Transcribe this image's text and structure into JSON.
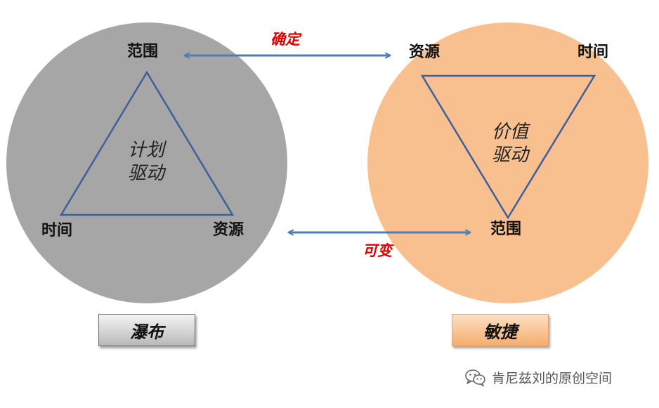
{
  "waterfall": {
    "top_label": "范围",
    "left_label": "时间",
    "right_label": "资源",
    "center_line1": "计划",
    "center_line2": "驱动",
    "box_label": "瀑布",
    "fill": "#a6a6a6"
  },
  "agile": {
    "left_label": "资源",
    "right_label": "时间",
    "bottom_label": "范围",
    "center_line1": "价值",
    "center_line2": "驱动",
    "box_label": "敏捷",
    "fill": "#f9c08f"
  },
  "connectors": {
    "top_label": "确定",
    "bottom_label": "可变",
    "arrow_color": "#4f7db8",
    "label_color": "#e00000"
  },
  "watermark": {
    "text": "肯尼兹刘的原创空间",
    "icon": "wechat-icon"
  }
}
